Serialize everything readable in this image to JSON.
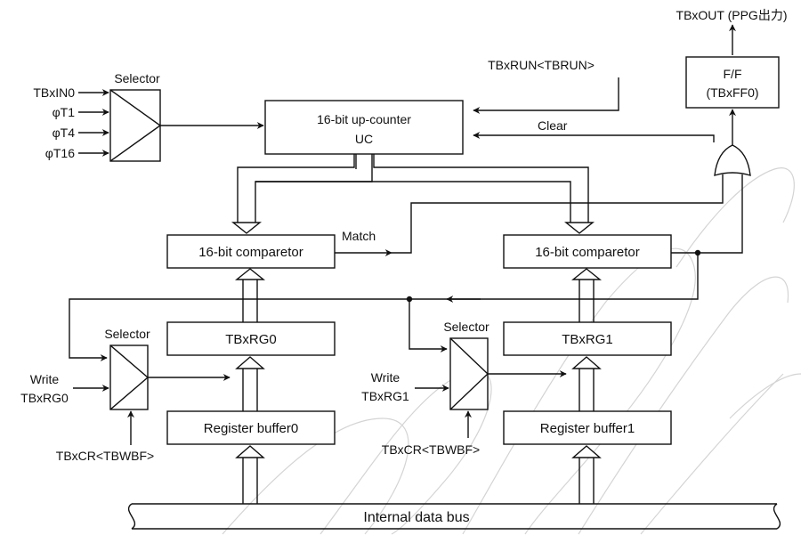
{
  "diagram": {
    "inputs": {
      "tbxin0": "TBxIN0",
      "phi_t1": "φT1",
      "phi_t4": "φT4",
      "phi_t16": "φT16"
    },
    "selector_top_label": "Selector",
    "counter": {
      "line1": "16-bit up-counter",
      "line2": "UC"
    },
    "run_signal": "TBxRUN<TBRUN>",
    "clear_label": "Clear",
    "output_label": "TBxOUT (PPG出力)",
    "flipflop": {
      "line1": "F/F",
      "line2": "(TBxFF0)"
    },
    "comparator0": "16-bit comparetor",
    "comparator1": "16-bit comparetor",
    "match_label": "Match",
    "selector0_label": "Selector",
    "selector1_label": "Selector",
    "reg0": "TBxRG0",
    "reg1": "TBxRG1",
    "write0": {
      "line1": "Write",
      "line2": "TBxRG0"
    },
    "write1": {
      "line1": "Write",
      "line2": "TBxRG1"
    },
    "buffer0": "Register buffer0",
    "buffer1": "Register buffer1",
    "cr0": "TBxCR<TBWBF>",
    "cr1": "TBxCR<TBWBF>",
    "bus_label": "Internal data bus"
  }
}
